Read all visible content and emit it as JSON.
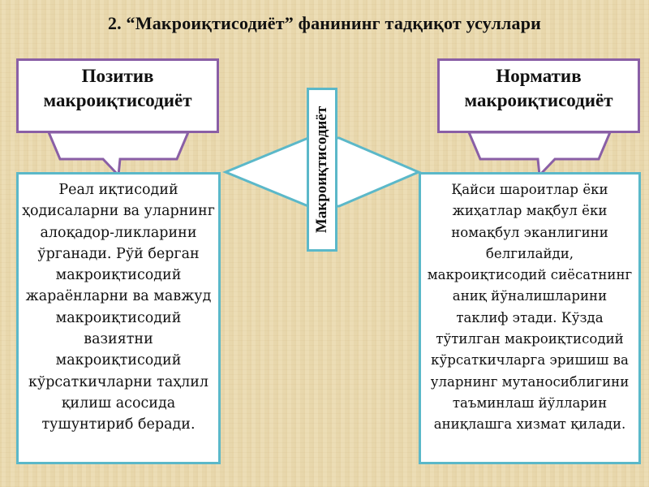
{
  "title": "2. “Макроиқтисодиёт” фанининг тадқиқот усуллари",
  "center_label": "Макроиқтисодиёт",
  "left": {
    "heading_line1": "Позитив",
    "heading_line2": "макроиқтисодиёт",
    "body": [
      "Реал иқтисодий",
      "ҳодисаларни ва уларнинг",
      "алоқадор-ликларини",
      "ўрганади. Рўй берган",
      "макроиқтисодий",
      "жараёнларни ва мавжуд",
      "макроиқтисодий",
      "вазиятни",
      "макроиқтисодий",
      "кўрсаткичларни таҳлил",
      "қилиш асосида",
      "тушунтириб беради."
    ]
  },
  "right": {
    "heading_line1": "Норматив",
    "heading_line2": "макроиқтисодиёт",
    "body": [
      "Қайси шароитлар  ёки",
      "жиҳатлар мақбул ёки",
      "номақбул  эканлигини",
      "белгилайди,",
      "макроиқтисодий сиёсатнинг",
      "аниқ йўналишларини",
      "таклиф этади.  Кўзда",
      "тўтилган макроиқтисодий",
      "кўрсаткичларга эришиш ва",
      "уларнинг мутаносиблигини",
      "таъминлаш йўлларин",
      "аниқлашга хизмат қилади."
    ]
  },
  "colors": {
    "heading_border": "#8a5fa6",
    "body_border": "#5bb8c9",
    "background": "#eadbb2"
  }
}
